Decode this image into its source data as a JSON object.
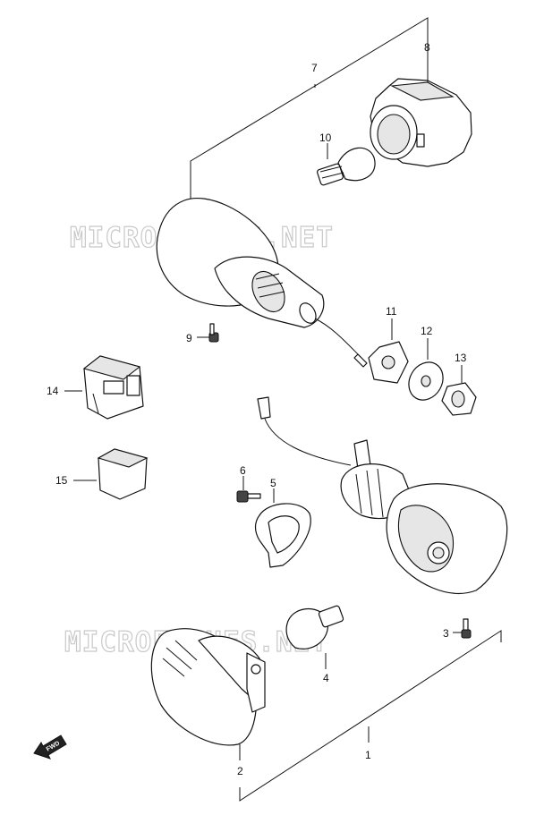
{
  "watermark": "MICROFICHES.NET",
  "direction_label": "FWD",
  "callouts": {
    "c1": "1",
    "c2": "2",
    "c3": "3",
    "c4": "4",
    "c5": "5",
    "c6": "6",
    "c7": "7",
    "c8": "8",
    "c9": "9",
    "c10": "10",
    "c11": "11",
    "c12": "12",
    "c13": "13",
    "c14": "14",
    "c15": "15"
  }
}
